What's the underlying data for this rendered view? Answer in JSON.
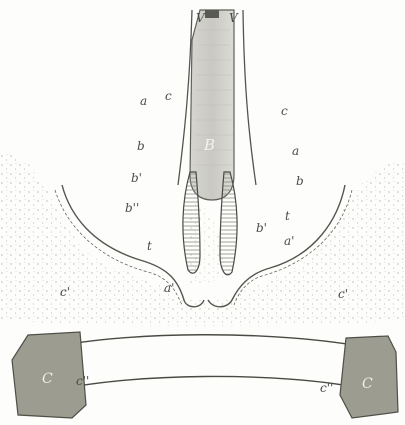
{
  "figure": {
    "labels": {
      "top_left": "V",
      "top_right": "V",
      "center": "B",
      "left_a": "a",
      "left_c": "c",
      "left_b": "b",
      "left_b_prime": "b'",
      "left_b_dprime": "b''",
      "left_t": "t",
      "left_a_prime": "a'",
      "left_c_prime": "c'",
      "right_c": "c",
      "right_a": "a",
      "right_b": "b",
      "right_t": "t",
      "right_a_prime": "a'",
      "right_b_prime": "b'",
      "right_c_prime": "c'",
      "left_cartilage": "C",
      "left_c_double": "c''",
      "right_cartilage": "C",
      "right_c_double": "c''"
    }
  }
}
